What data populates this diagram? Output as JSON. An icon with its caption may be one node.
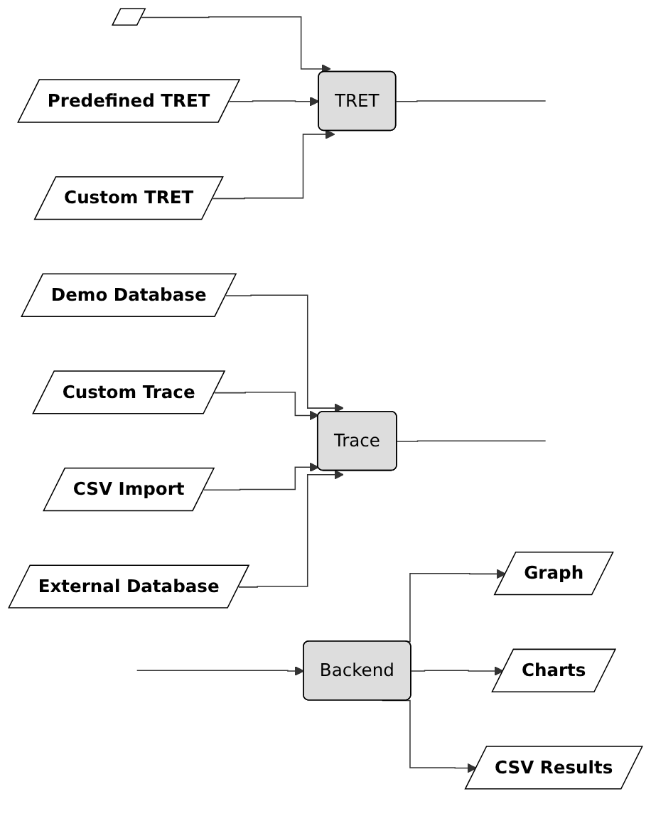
{
  "diagram": {
    "nodes": [
      {
        "text": [],
        "shape": "parallelogram"
      },
      {
        "text": [
          "Predefined TRET"
        ]
      },
      {
        "text": [
          "Custom TRET"
        ]
      },
      {
        "text": [
          "TRET"
        ]
      },
      {
        "text": [
          "Demo Database"
        ]
      },
      {
        "text": [
          "Custom Trace"
        ]
      },
      {
        "text": [
          "CSV Import"
        ]
      },
      {
        "text": [
          "External Database"
        ]
      },
      {
        "text": [
          "Trace"
        ]
      },
      {
        "text": [
          "Graph"
        ]
      },
      {
        "text": [
          "Charts"
        ]
      },
      {
        "text": [
          "CSV Results"
        ]
      },
      {
        "text": [
          "Backend"
        ]
      }
    ],
    "edges": [
      {
        "from": 0,
        "to": 3,
        "arrow": "to"
      },
      {
        "from": 1,
        "to": 3,
        "arrow": "to"
      },
      {
        "from": 2,
        "to": 3,
        "arrow": "to"
      },
      {
        "from": 4,
        "to": 8,
        "arrow": "to"
      },
      {
        "from": 5,
        "to": 8,
        "arrow": "to"
      },
      {
        "from": 6,
        "to": 8,
        "arrow": "to"
      },
      {
        "from": 7,
        "to": 8,
        "arrow": "to"
      },
      {
        "from": 3,
        "to": null,
        "arrow": "none"
      },
      {
        "from": 8,
        "to": null,
        "arrow": "none"
      },
      {
        "from": null,
        "to": 12,
        "arrow": "to"
      },
      {
        "from": 12,
        "to": 9,
        "arrow": "to"
      },
      {
        "from": 12,
        "to": 10,
        "arrow": "to"
      },
      {
        "from": 12,
        "to": 11,
        "arrow": "to"
      }
    ]
  }
}
